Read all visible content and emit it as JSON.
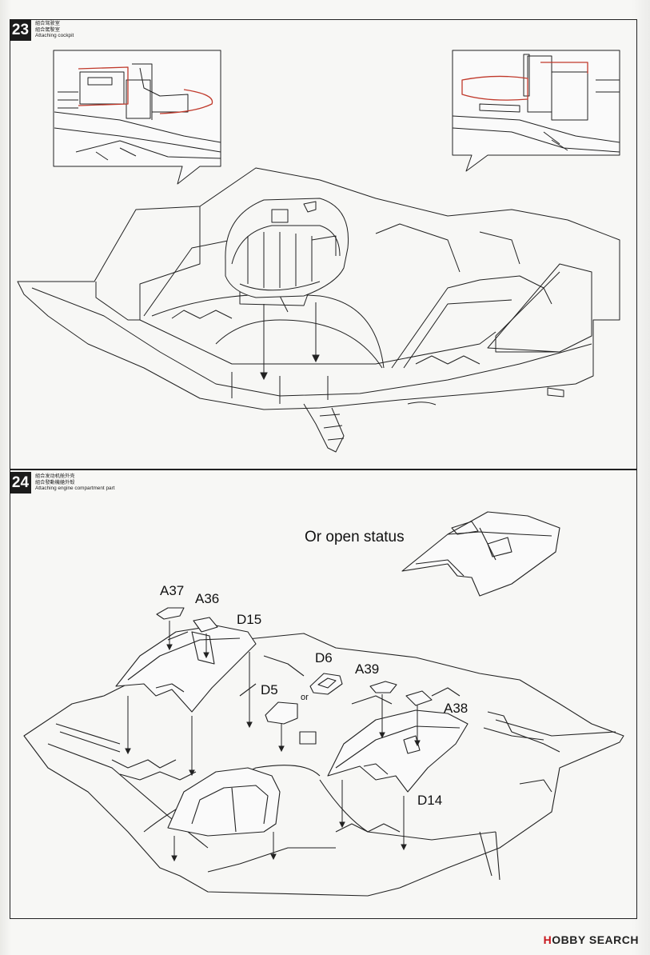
{
  "steps": [
    {
      "number": "23",
      "caption_cn1": "組合驾驶室",
      "caption_cn2": "組合駕駛室",
      "caption_en": "Attaching cockpit"
    },
    {
      "number": "24",
      "caption_cn1": "組合发动机舱外壳",
      "caption_cn2": "組合發動機艙外殼",
      "caption_en": "Attaching engine compartment part",
      "open_status": "Or open status",
      "parts": {
        "a37": "A37",
        "a36": "A36",
        "d15": "D15",
        "d6": "D6",
        "d5": "D5",
        "or": "or",
        "a39": "A39",
        "a38": "A38",
        "d14": "D14"
      }
    }
  ],
  "watermark": {
    "brand_prefix": "H",
    "brand": "OBBY SEARCH"
  },
  "colors": {
    "highlight": "#c0392b",
    "line": "#222222",
    "background": "#f4f4f2"
  }
}
